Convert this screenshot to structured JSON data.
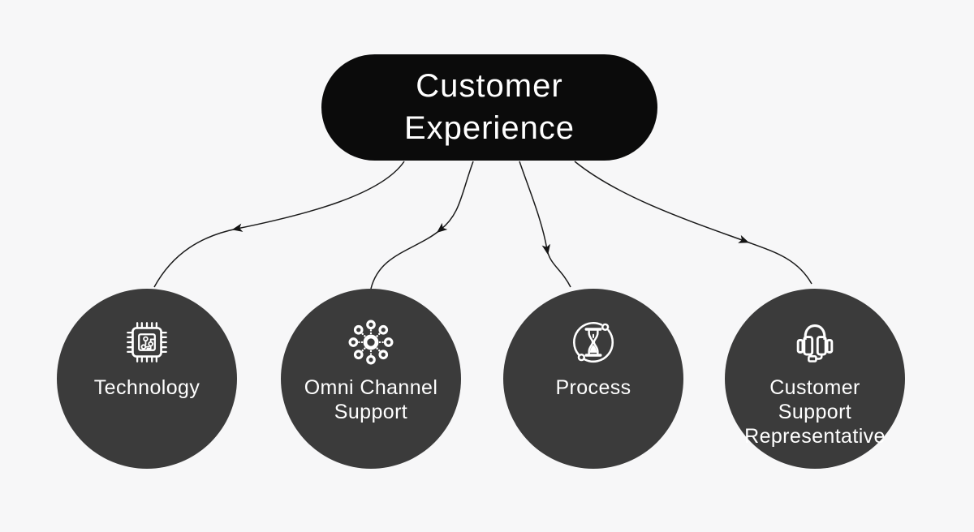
{
  "diagram": {
    "title": "Customer\nExperience",
    "root_node": {
      "label": "Customer\nExperience",
      "fill": "#0b0b0b",
      "text_color": "#ffffff"
    },
    "nodes": [
      {
        "id": "technology",
        "label": "Technology",
        "icon": "chip-icon"
      },
      {
        "id": "omni-channel-support",
        "label": "Omni Channel\nSupport",
        "icon": "network-hub-icon"
      },
      {
        "id": "process",
        "label": "Process",
        "icon": "process-hourglass-icon"
      },
      {
        "id": "customer-support-representative",
        "label": "Customer\nSupport\nRepresentative",
        "icon": "headset-icon"
      }
    ],
    "connectors": [
      {
        "from": "customer-experience",
        "to": "technology"
      },
      {
        "from": "customer-experience",
        "to": "omni-channel-support"
      },
      {
        "from": "customer-experience",
        "to": "process"
      },
      {
        "from": "customer-experience",
        "to": "customer-support-representative"
      }
    ],
    "colors": {
      "background": "#f7f7f8",
      "root_fill": "#0b0b0b",
      "node_fill": "#3b3b3b",
      "text": "#ffffff",
      "connector": "#1a1a1a"
    }
  }
}
